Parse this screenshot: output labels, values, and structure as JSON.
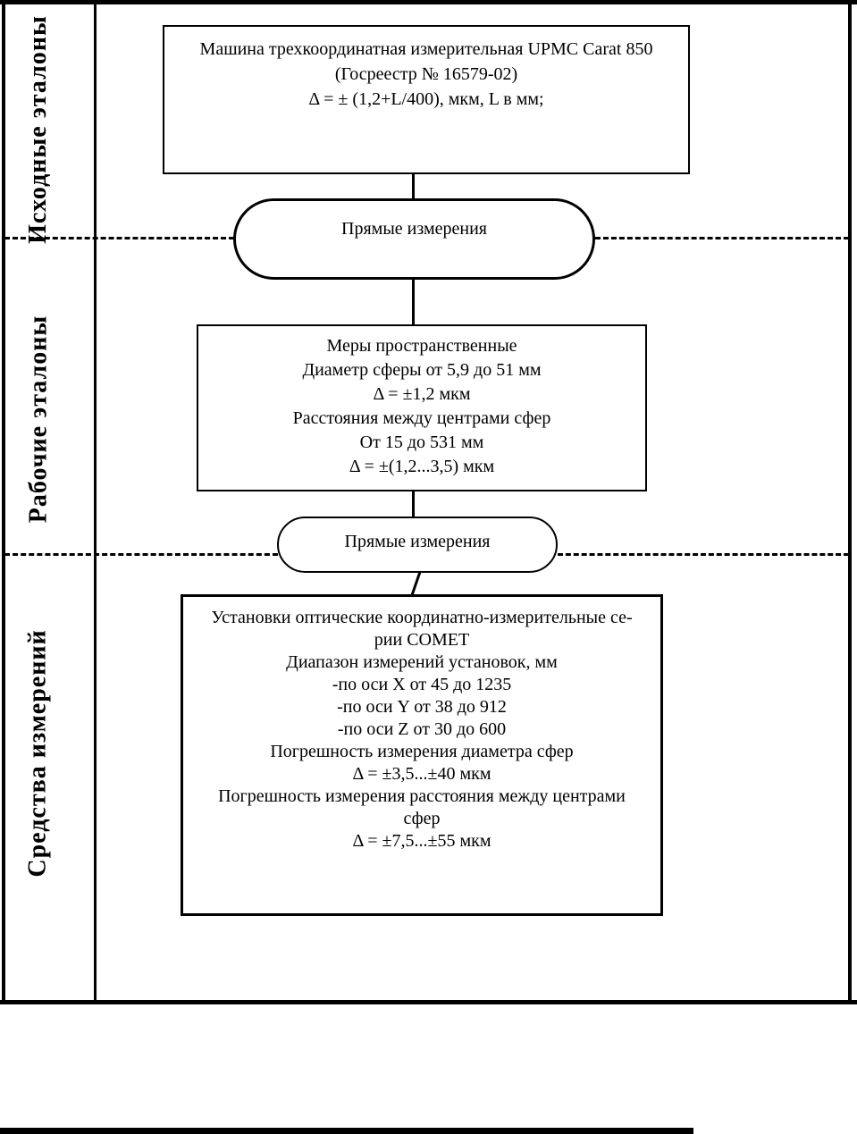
{
  "diagram": {
    "colors": {
      "ink": "#000000",
      "paper": "#ffffff"
    },
    "zones": [
      {
        "label": "Исходные эталоны"
      },
      {
        "label": "Рабочие эталоны"
      },
      {
        "label": "Средства измерений"
      }
    ],
    "top_box": {
      "lines": [
        "Машина трехкоординатная измерительная UPMC Carat 850",
        "(Госреестр № 16579-02)",
        "Δ = ± (1,2+L/400), мкм, L в мм;"
      ]
    },
    "transfer_oval_1": {
      "label": "Прямые измерения"
    },
    "middle_box": {
      "lines": [
        "Меры пространственные",
        "Диаметр сферы от 5,9 до 51 мм",
        "Δ = ±1,2 мкм",
        "Расстояния между центрами сфер",
        "От 15 до 531 мм",
        "Δ = ±(1,2...3,5) мкм"
      ]
    },
    "transfer_oval_2": {
      "label": "Прямые измерения"
    },
    "bottom_box": {
      "lines": [
        "Установки оптические координатно-измерительные се-",
        "рии COMET",
        "Диапазон измерений установок, мм",
        "-по оси X  от 45 до 1235",
        "-по оси Y от 38 до 912",
        "-по оси Z от 30 до 600",
        "Погрешность измерения диаметра сфер",
        "Δ = ±3,5...±40 мкм",
        "Погрешность измерения расстояния между центрами",
        "сфер",
        "Δ = ±7,5...±55 мкм"
      ]
    }
  }
}
